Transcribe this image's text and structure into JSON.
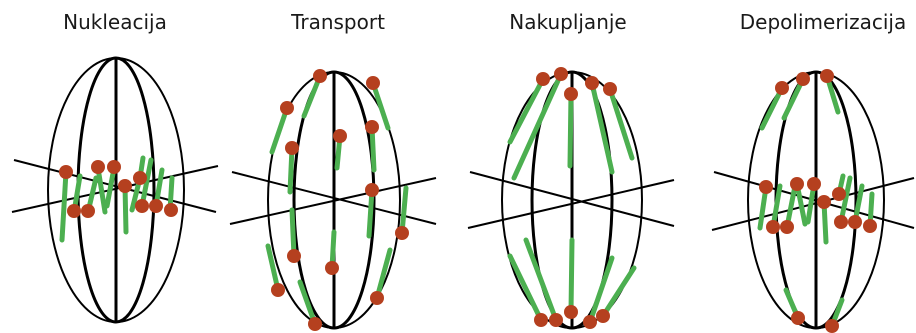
{
  "panels": [
    {
      "title": "Nukleacija"
    },
    {
      "title": "Transport"
    },
    {
      "title": "Nakupljanje"
    },
    {
      "title": "Depolimerizacija"
    }
  ],
  "colors": {
    "outline": "#000000",
    "tubule": "#4caf50",
    "dot": "#b5401f"
  }
}
